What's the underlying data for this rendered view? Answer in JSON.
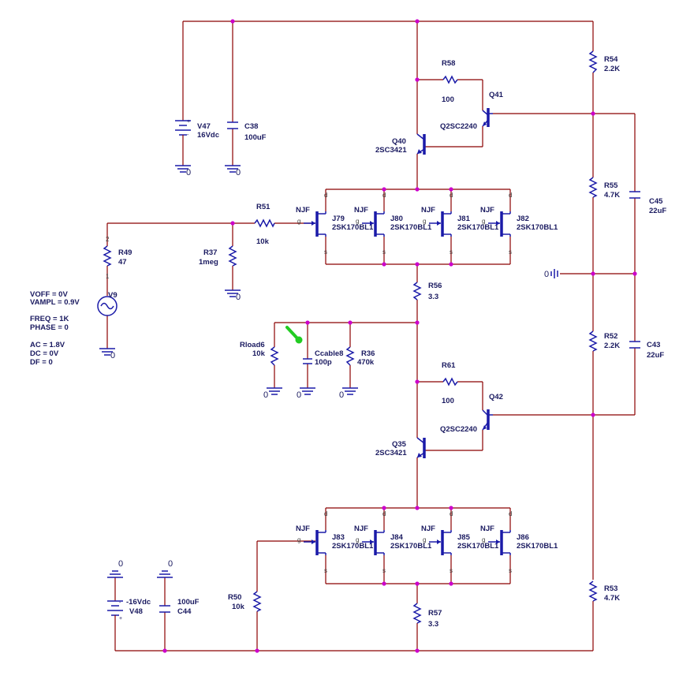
{
  "components": {
    "V47": {
      "name": "V47",
      "value": "16Vdc"
    },
    "V48": {
      "name": "V48",
      "value": "-16Vdc"
    },
    "C38": {
      "name": "C38",
      "value": "100uF"
    },
    "C44": {
      "name": "C44",
      "value": "100uF"
    },
    "V9": {
      "name": "V9",
      "params": [
        "VOFF = 0V",
        "VAMPL = 0.9V",
        "FREQ = 1K",
        "PHASE = 0",
        "AC = 1.8V",
        "DC = 0V",
        "DF = 0"
      ]
    },
    "R49": {
      "name": "R49",
      "value": "47",
      "pin1": "1",
      "pin2": "2"
    },
    "R51": {
      "name": "R51",
      "value": "10k"
    },
    "R37": {
      "name": "R37",
      "value": "1meg"
    },
    "R50": {
      "name": "R50",
      "value": "10k"
    },
    "R58": {
      "name": "R58",
      "value": "100"
    },
    "R61": {
      "name": "R61",
      "value": "100"
    },
    "R56": {
      "name": "R56",
      "value": "3.3"
    },
    "R57": {
      "name": "R57",
      "value": "3.3"
    },
    "R54": {
      "name": "R54",
      "value": "2.2K"
    },
    "R55": {
      "name": "R55",
      "value": "4.7K"
    },
    "R52": {
      "name": "R52",
      "value": "2.2K"
    },
    "R53": {
      "name": "R53",
      "value": "4.7K"
    },
    "C45": {
      "name": "C45",
      "value": "22uF"
    },
    "C43": {
      "name": "C43",
      "value": "22uF"
    },
    "Rload6": {
      "name": "Rload6",
      "value": "10k"
    },
    "Ccable8": {
      "name": "Ccable8",
      "value": "100p"
    },
    "R36": {
      "name": "R36",
      "value": "470k"
    },
    "Q40": {
      "name": "Q40",
      "value": "2SC3421"
    },
    "Q35": {
      "name": "Q35",
      "value": "2SC3421"
    },
    "Q41": {
      "name": "Q41",
      "value": "Q2SC2240"
    },
    "Q42": {
      "name": "Q42",
      "value": "Q2SC2240"
    },
    "jfet_type": "NJF",
    "jfet_part": "2SK170BL1",
    "jfets_top": [
      "J79",
      "J80",
      "J81",
      "J82"
    ],
    "jfets_bottom": [
      "J83",
      "J84",
      "J85",
      "J86"
    ],
    "pin_labels": {
      "drain": "d",
      "gate": "g",
      "source": "s"
    }
  },
  "ground_label": "0",
  "colors": {
    "wire": "#8b0000",
    "device": "#1a1aa8",
    "junction": "#cc00cc",
    "probe": "#22cc22",
    "text": "#1a1a60"
  }
}
